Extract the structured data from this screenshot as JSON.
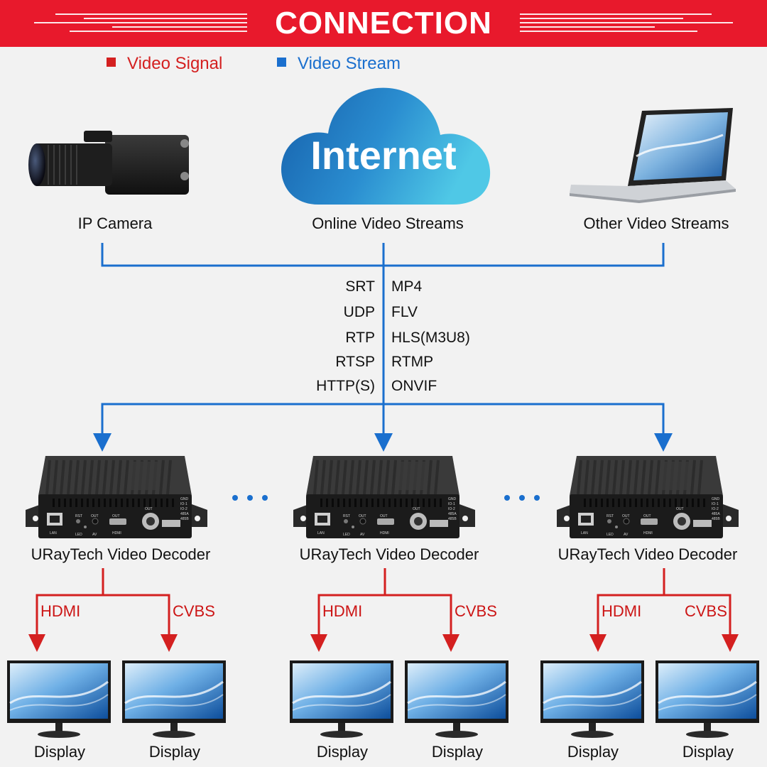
{
  "banner": {
    "title": "CONNECTION"
  },
  "legend": {
    "signal": {
      "label": "Video Signal",
      "color": "#d42020"
    },
    "stream": {
      "label": "Video Stream",
      "color": "#1a6fce"
    }
  },
  "sources": [
    {
      "label": "IP Camera",
      "icon": "camera-icon"
    },
    {
      "label": "Online Video Streams",
      "icon": "cloud-icon",
      "cloud_text": "Internet"
    },
    {
      "label": "Other Video Streams",
      "icon": "laptop-icon"
    }
  ],
  "protocols": {
    "left": [
      "SRT",
      "UDP",
      "RTP",
      "RTSP",
      "HTTP(S)"
    ],
    "right": [
      "MP4",
      "FLV",
      "HLS(M3U8)",
      "RTMP",
      "ONVIF"
    ]
  },
  "decoders": [
    {
      "label": "URayTech Video Decoder",
      "outputs": [
        "HDMI",
        "CVBS"
      ],
      "displays": [
        "Display",
        "Display"
      ]
    },
    {
      "label": "URayTech Video Decoder",
      "outputs": [
        "HDMI",
        "CVBS"
      ],
      "displays": [
        "Display",
        "Display"
      ]
    },
    {
      "label": "URayTech Video Decoder",
      "outputs": [
        "HDMI",
        "CVBS"
      ],
      "displays": [
        "Display",
        "Display"
      ]
    }
  ],
  "decoder_ports": [
    "LAN",
    "RST",
    "LED",
    "OUT",
    "AV",
    "HDMI",
    "GND",
    "IO-1",
    "IO-2",
    "485A",
    "485B"
  ]
}
